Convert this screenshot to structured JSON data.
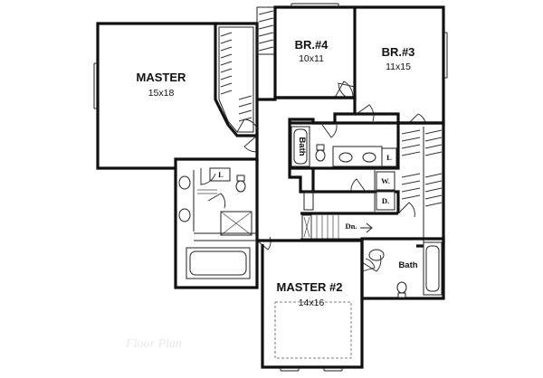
{
  "rooms": {
    "master": {
      "name": "MASTER",
      "dims": "15x18"
    },
    "master2": {
      "name": "MASTER #2",
      "dims": "14x16"
    },
    "br4": {
      "name": "BR.#4",
      "dims": "10x11"
    },
    "br3": {
      "name": "BR.#3",
      "dims": "11x15"
    }
  },
  "labels": {
    "bath_center": "Bath",
    "bath_right": "Bath",
    "laundry_l": "L",
    "laundry_w": "W.",
    "laundry_d": "D.",
    "linen_l": "L",
    "stair_down": "Dn."
  },
  "watermark": "Floor Plan"
}
